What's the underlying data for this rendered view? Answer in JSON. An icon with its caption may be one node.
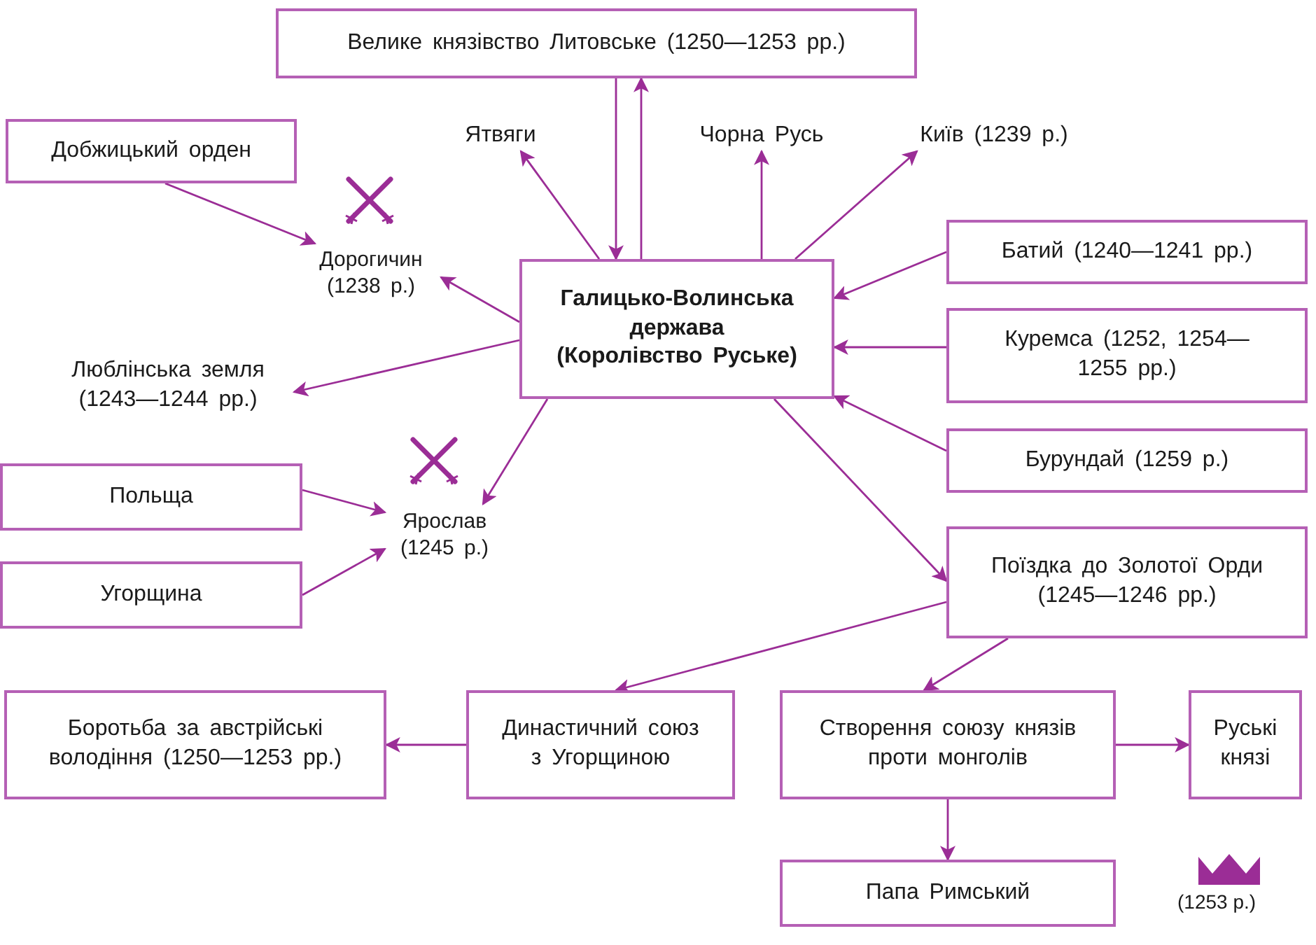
{
  "diagram": {
    "nodes": [
      {
        "text": [
          "Велике князівство Литовське (1250—1253 рр.)"
        ]
      },
      {
        "text": [
          "Добжицький орден"
        ]
      },
      {
        "text": [
          "Ятвяги"
        ]
      },
      {
        "text": [
          "Чорна Русь"
        ]
      },
      {
        "text": [
          "Київ (1239 р.)"
        ]
      },
      {
        "text": [
          "Галицько-Волинська держава (Королівство Руське)"
        ]
      },
      {
        "text": [
          "Дорогичин (1238 р.)"
        ]
      },
      {
        "text": [
          "Батий (1240—1241 рр.)"
        ]
      },
      {
        "text": [
          "Люблінська земля (1243—1244 рр.)"
        ]
      },
      {
        "text": [
          "Куремса (1252, 1254—1255 рр.)"
        ]
      },
      {
        "text": [
          "Бурундай (1259 р.)"
        ]
      },
      {
        "text": [
          "Польща"
        ]
      },
      {
        "text": [
          "Ярослав (1245 р.)"
        ]
      },
      {
        "text": [
          "Угорщина"
        ]
      },
      {
        "text": [
          "Поїздка до Золотої Орди (1245—1246 рр.)"
        ]
      },
      {
        "text": [
          "Боротьба за австрійські володіння (1250—1253 рр.)"
        ]
      },
      {
        "text": [
          "Династичний союз з Угорщиною"
        ]
      },
      {
        "text": [
          "Створення союзу князів проти монголів"
        ]
      },
      {
        "text": [
          "Руські князі"
        ]
      },
      {
        "text": [
          "Папа Римський"
        ]
      }
    ],
    "edges": [
      {
        "from": 0,
        "to": 5,
        "arrow": "to"
      },
      {
        "from": 5,
        "to": 0,
        "arrow": "to"
      },
      {
        "from": 5,
        "to": 2,
        "arrow": "to"
      },
      {
        "from": 5,
        "to": 3,
        "arrow": "to"
      },
      {
        "from": 5,
        "to": 4,
        "arrow": "to"
      },
      {
        "from": 7,
        "to": 5,
        "arrow": "to"
      },
      {
        "from": 9,
        "to": 5,
        "arrow": "to"
      },
      {
        "from": 10,
        "to": 5,
        "arrow": "to"
      },
      {
        "from": 5,
        "to": 14,
        "arrow": "to"
      },
      {
        "from": 1,
        "to": 6,
        "arrow": "to"
      },
      {
        "from": 5,
        "to": 6,
        "arrow": "to"
      },
      {
        "from": 5,
        "to": 8,
        "arrow": "to"
      },
      {
        "from": 5,
        "to": 12,
        "arrow": "to"
      },
      {
        "from": 11,
        "to": 12,
        "arrow": "to"
      },
      {
        "from": 13,
        "to": 12,
        "arrow": "to"
      },
      {
        "from": 14,
        "to": 16,
        "arrow": "to"
      },
      {
        "from": 14,
        "to": 17,
        "arrow": "to"
      },
      {
        "from": 16,
        "to": 15,
        "arrow": "to"
      },
      {
        "from": 17,
        "to": 18,
        "arrow": "to"
      },
      {
        "from": 17,
        "to": 19,
        "arrow": "to"
      }
    ],
    "labels": [
      "(1253 р.)"
    ]
  }
}
